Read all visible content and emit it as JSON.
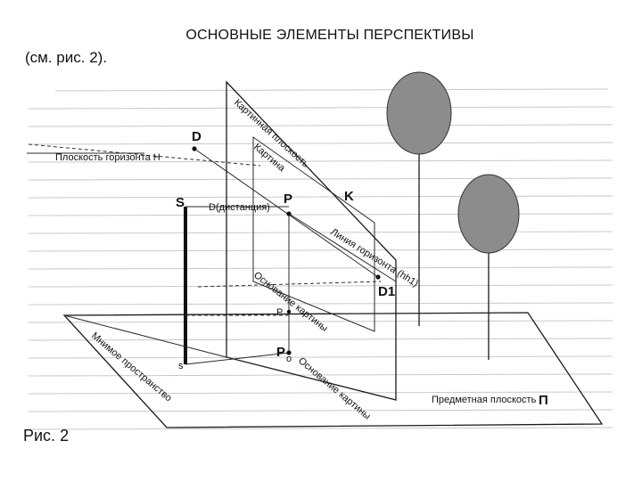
{
  "title": "ОСНОВНЫЕ ЭЛЕМЕНТЫ ПЕРСПЕКТИВЫ",
  "scan_fragment": "(см. рис. 2).",
  "figure_caption": "Рис. 2",
  "labels": {
    "horizon_plane": "Плоскость горизонта H",
    "picture_plane": "Картинная плоскость",
    "picture": "Картина",
    "distance": "D(дистанция)",
    "horizon_line": "Линия горизонта (hh1)",
    "picture_base_inner": "Основание картины",
    "picture_base_outer": "Основание картины",
    "imaginary_space": "Мнимое пространство",
    "object_plane": "Предметная плоскость"
  },
  "points": {
    "D": "D",
    "P": "P",
    "K": "K",
    "S": "S",
    "s": "s",
    "D1": "D1",
    "P_small": "P",
    "P_zero": "P",
    "P_zero_sub": "o",
    "Pi": "П"
  },
  "colors": {
    "tree_fill": "#8c8c8c",
    "line": "#1a1a1a",
    "page": "#ffffff"
  }
}
